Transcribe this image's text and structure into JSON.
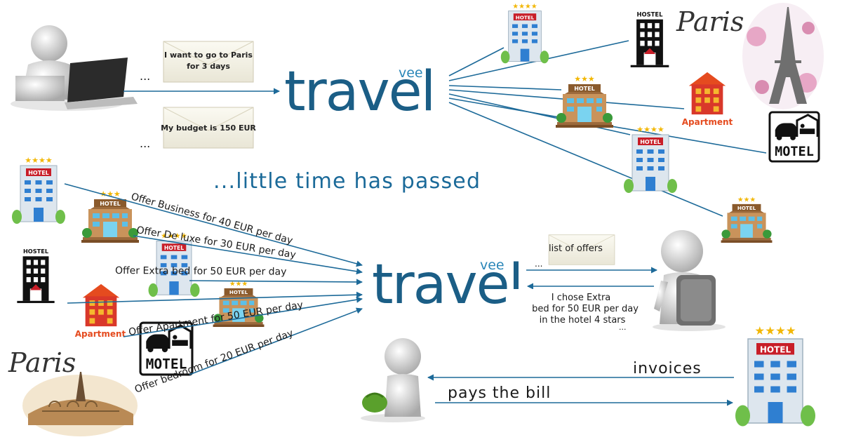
{
  "logo": {
    "word": "travel",
    "sup": "vee"
  },
  "top": {
    "note1_l1": "I want to go to Paris",
    "note1_l2": "for 3 days",
    "note2": "My budget is 150 EUR",
    "dots": "..."
  },
  "tagline": "...little time has passed",
  "labels": {
    "hotel": "HOTEL",
    "hostel": "HOSTEL",
    "apartment": "Apartment",
    "motel": "MOTEL",
    "paris": "Paris"
  },
  "offers": [
    "Offer Business   for 40 EUR per day",
    "Offer De luxe for 30 EUR per day",
    "Offer Extra bed for 50 EUR per day",
    "Offer Apartment for 50 EUR per day",
    "Offer bedroom  for 20 EUR per day"
  ],
  "user": {
    "list": "list of offers",
    "dots": "...",
    "chose_l1": "I chose Extra",
    "chose_l2": "bed for 50 EUR per day",
    "chose_l3": "in the hotel 4 stars",
    "chose_dots": "..."
  },
  "billing": {
    "invoices": "invoices",
    "pays": "pays the bill"
  },
  "colors": {
    "accent": "#1b5e86",
    "hotel_red": "#c81e28",
    "apartment": "#e54b1f",
    "bag": "#5aa02c"
  }
}
